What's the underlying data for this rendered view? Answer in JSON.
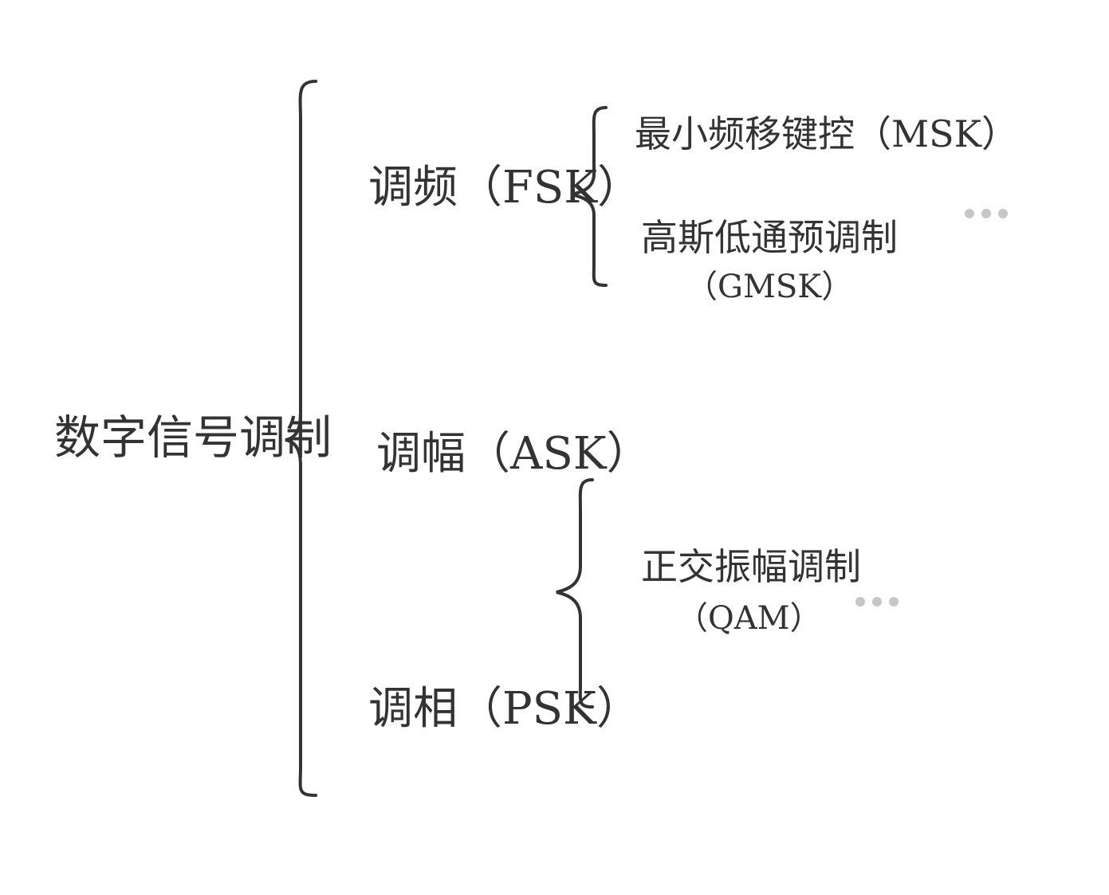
{
  "diagram": {
    "root": "数字信号调制",
    "branches": {
      "fsk": "调频（FSK）",
      "ask": "调幅（ASK）",
      "psk": "调相（PSK）"
    },
    "fsk_children": {
      "msk": "最小频移键控（MSK）",
      "gmsk_line1": "高斯低通预调制",
      "gmsk_line2": "（GMSK）"
    },
    "ask_psk_children": {
      "qam_line1": "正交振幅调制",
      "qam_line2": "（QAM）"
    },
    "ellipsis_icon": "ellipsis-icon",
    "colors": {
      "text": "#333333",
      "bracket": "#333333",
      "dots": "#c6c6c6"
    }
  }
}
